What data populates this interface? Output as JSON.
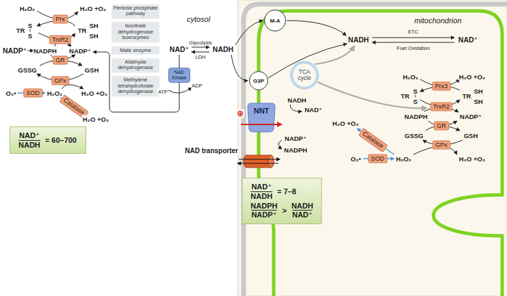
{
  "diagram": {
    "nodes": [
      {
        "text": [
          "Prx"
        ]
      },
      {
        "text": [
          "TrxR2"
        ]
      },
      {
        "text": [
          "GR"
        ]
      },
      {
        "text": [
          "GPx"
        ]
      },
      {
        "text": [
          "SOD"
        ]
      },
      {
        "text": [
          "Catalase"
        ]
      },
      {
        "text": [
          "Pentose phosphate pathway"
        ]
      },
      {
        "text": [
          "Isocitrate dehydrogenase isoenzymes"
        ]
      },
      {
        "text": [
          "Malic enzyme"
        ]
      },
      {
        "text": [
          "Aldehyde dehydrogenase"
        ]
      },
      {
        "text": [
          "Methylene tetrahydrofolate dehydrogenase"
        ]
      },
      {
        "text": [
          "NAD Kinase"
        ]
      },
      {
        "text": [
          "NAD⁺",
          "NADH",
          "= 60–700"
        ]
      },
      {
        "text": [
          "mitochondrion"
        ]
      },
      {
        "text": [
          "M-A"
        ],
        "in": 13
      },
      {
        "text": [
          "G3P"
        ],
        "in": 13
      },
      {
        "text": [
          "TCA cycle"
        ],
        "in": 13
      },
      {
        "text": [
          "NNT"
        ],
        "in": 13
      },
      {
        "text": [
          "NAD transporter"
        ],
        "in": 13
      },
      {
        "text": [
          "Prx3"
        ],
        "in": 13
      },
      {
        "text": [
          "TrxR2"
        ],
        "in": 13
      },
      {
        "text": [
          "GR"
        ],
        "in": 13
      },
      {
        "text": [
          "GPx"
        ],
        "in": 13
      },
      {
        "text": [
          "SOD"
        ],
        "in": 13
      },
      {
        "text": [
          "Catalase"
        ],
        "in": 13
      },
      {
        "text": [
          "NAD⁺",
          "NADH",
          "= 7–8",
          "NADPH",
          "NADP⁺",
          ">",
          "NADH",
          "NAD⁺"
        ]
      }
    ],
    "labels": [
      "H₂O₂",
      "H₂O +O₂",
      "TR",
      "S",
      "S",
      "TR",
      "SH",
      "SH",
      "NADP⁺",
      "NADPH",
      "NADP⁺",
      "GSSG",
      "GSH",
      "O₂•",
      "H₂O₂",
      "H₂O +O₂",
      "H₂O +O₂",
      "cytosol",
      "NAD⁺",
      "NADH",
      "Glycolysis",
      "LDH",
      "ADP",
      "ATP",
      "NADH",
      "NAD⁺",
      "ETC",
      "Fuel Oxidation",
      "NADH",
      "NAD⁺",
      "NADP⁺",
      "NADPH",
      "⊕",
      "H₂O₂",
      "H₂O +O₂",
      "TR",
      "S",
      "S",
      "TR",
      "SH",
      "SH",
      "NADPH",
      "NADP⁺",
      "GSSG",
      "GSH",
      "O₂•",
      "H₂O₂",
      "H₂O +O₂",
      "H₂O +O₂"
    ]
  }
}
